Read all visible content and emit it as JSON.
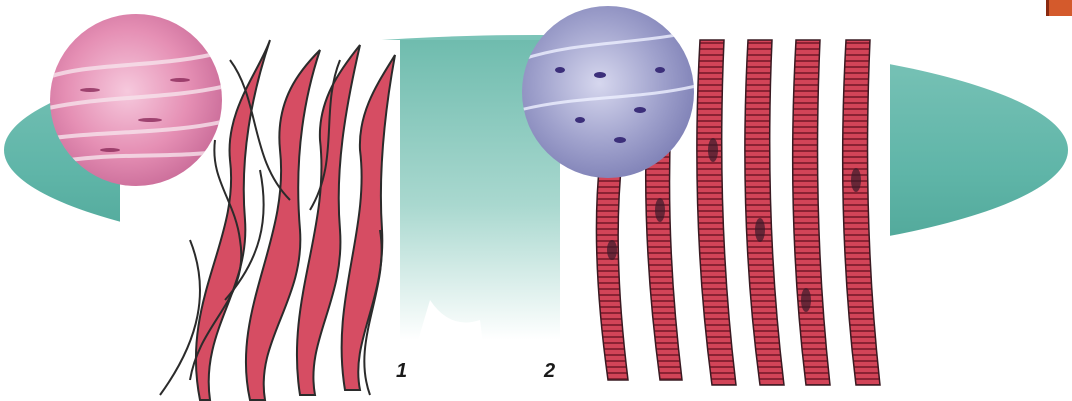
{
  "panels": [
    {
      "id": "smooth",
      "label": "1"
    },
    {
      "id": "cardiac",
      "label": "2"
    }
  ],
  "colors": {
    "teal_band": "#5fb5a8",
    "teal_light": "#cfe9e4",
    "smooth_fiber": "#d64d63",
    "smooth_outline": "#2b2b2b",
    "cardiac_fiber": "#c8364c",
    "cardiac_stripe": "#7a1a2a",
    "pink_micrograph": "#e58fb4",
    "purple_micrograph": "#9b9cc8",
    "corner_tab": "#d45a2c"
  }
}
